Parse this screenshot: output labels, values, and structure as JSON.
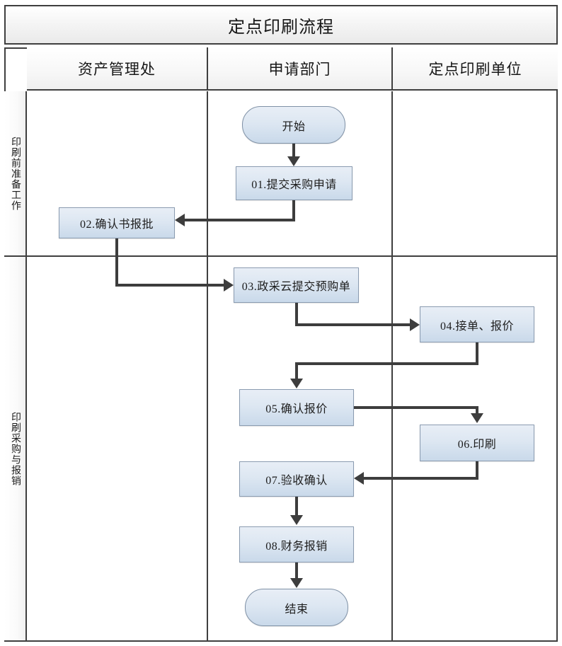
{
  "diagram": {
    "title": "定点印刷流程",
    "type": "swimlane-flowchart",
    "columns": [
      {
        "id": "asset",
        "label": "资产管理处"
      },
      {
        "id": "applicant",
        "label": "申请部门"
      },
      {
        "id": "printer",
        "label": "定点印刷单位"
      }
    ],
    "lanes": [
      {
        "id": "prep",
        "label": "印刷前准备工作"
      },
      {
        "id": "purchase",
        "label": "印刷采购与报销"
      }
    ],
    "nodes": [
      {
        "id": "start",
        "label": "开始",
        "shape": "terminator",
        "column": "applicant",
        "lane": "prep"
      },
      {
        "id": "n01",
        "label": "01.提交采购申请",
        "shape": "process",
        "column": "applicant",
        "lane": "prep"
      },
      {
        "id": "n02",
        "label": "02.确认书报批",
        "shape": "process",
        "column": "asset",
        "lane": "prep"
      },
      {
        "id": "n03",
        "label": "03.政采云提交预购单",
        "shape": "process",
        "column": "applicant",
        "lane": "purchase"
      },
      {
        "id": "n04",
        "label": "04.接单、报价",
        "shape": "process",
        "column": "printer",
        "lane": "purchase"
      },
      {
        "id": "n05",
        "label": "05.确认报价",
        "shape": "process",
        "column": "applicant",
        "lane": "purchase"
      },
      {
        "id": "n06",
        "label": "06.印刷",
        "shape": "process",
        "column": "printer",
        "lane": "purchase"
      },
      {
        "id": "n07",
        "label": "07.验收确认",
        "shape": "process",
        "column": "applicant",
        "lane": "purchase"
      },
      {
        "id": "n08",
        "label": "08.财务报销",
        "shape": "process",
        "column": "applicant",
        "lane": "purchase"
      },
      {
        "id": "end",
        "label": "结束",
        "shape": "terminator",
        "column": "applicant",
        "lane": "purchase"
      }
    ],
    "edges": [
      {
        "from": "start",
        "to": "n01",
        "direction": "down"
      },
      {
        "from": "n01",
        "to": "n02",
        "direction": "left"
      },
      {
        "from": "n02",
        "to": "n03",
        "direction": "right"
      },
      {
        "from": "n03",
        "to": "n04",
        "direction": "right"
      },
      {
        "from": "n04",
        "to": "n05",
        "direction": "down"
      },
      {
        "from": "n05",
        "to": "n06",
        "direction": "down"
      },
      {
        "from": "n06",
        "to": "n07",
        "direction": "left"
      },
      {
        "from": "n07",
        "to": "n08",
        "direction": "down"
      },
      {
        "from": "n08",
        "to": "end",
        "direction": "down"
      }
    ],
    "colors": {
      "node_fill_top": "#e8eef6",
      "node_fill_bottom": "#c9d9ea",
      "node_border": "#8a9bb0",
      "connector": "#3d3d3d",
      "frame_border": "#3f3f3f",
      "header_background": "#f3f3f3",
      "text": "#1d1d1d"
    }
  }
}
